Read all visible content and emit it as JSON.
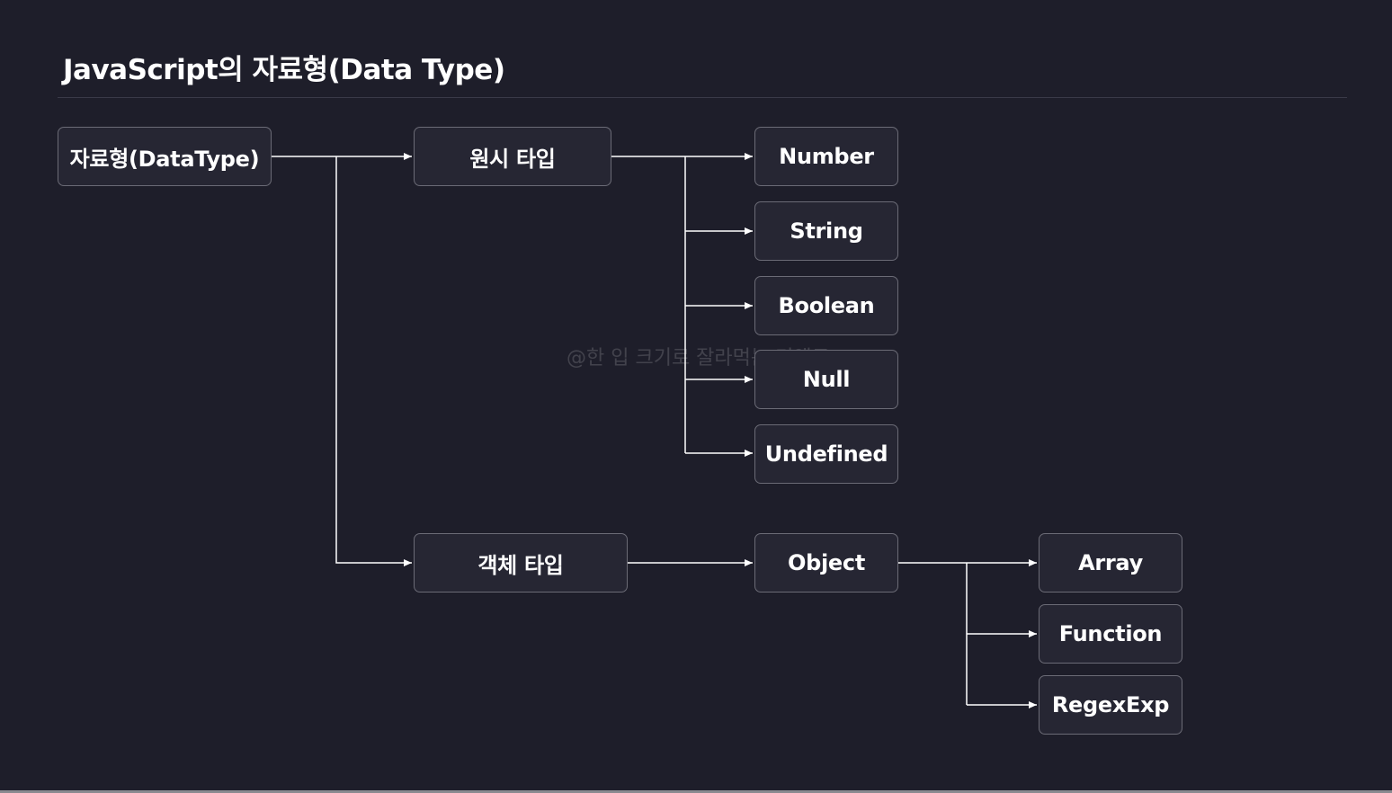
{
  "title": "JavaScript의 자료형(Data Type)",
  "watermark": "@한 입 크기로 잘라먹는 리액트",
  "colors": {
    "background": "#1e1e2a",
    "node_fill": "#262633",
    "node_border": "#6b6b76",
    "connector": "#ffffff",
    "text": "#ffffff"
  },
  "nodes": {
    "root": "자료형(DataType)",
    "primitive": "원시 타입",
    "object_type": "객체 타입",
    "number": "Number",
    "string": "String",
    "boolean": "Boolean",
    "null": "Null",
    "undefined": "Undefined",
    "object": "Object",
    "array": "Array",
    "function": "Function",
    "regexexp": "RegexExp"
  },
  "edges": [
    [
      "root",
      "primitive"
    ],
    [
      "root",
      "object_type"
    ],
    [
      "primitive",
      "number"
    ],
    [
      "primitive",
      "string"
    ],
    [
      "primitive",
      "boolean"
    ],
    [
      "primitive",
      "null"
    ],
    [
      "primitive",
      "undefined"
    ],
    [
      "object_type",
      "object"
    ],
    [
      "object",
      "array"
    ],
    [
      "object",
      "function"
    ],
    [
      "object",
      "regexexp"
    ]
  ]
}
